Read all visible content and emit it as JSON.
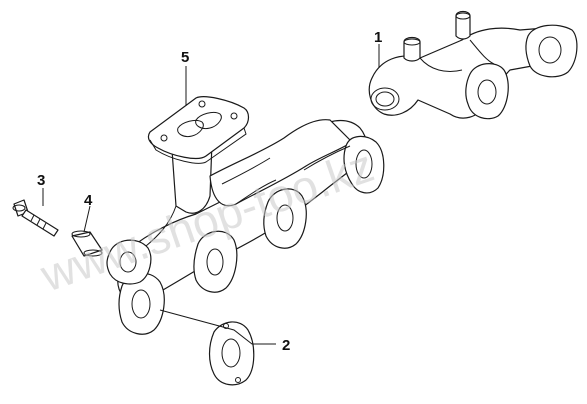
{
  "diagram": {
    "callouts": [
      {
        "id": "1",
        "label": "1"
      },
      {
        "id": "2",
        "label": "2"
      },
      {
        "id": "3",
        "label": "3"
      },
      {
        "id": "4",
        "label": "4"
      },
      {
        "id": "5",
        "label": "5"
      }
    ],
    "watermark": "www.shop-too.kz",
    "colors": {
      "line": "#1a1a1a",
      "watermark": "#c9c9c9",
      "background": "#ffffff"
    }
  }
}
